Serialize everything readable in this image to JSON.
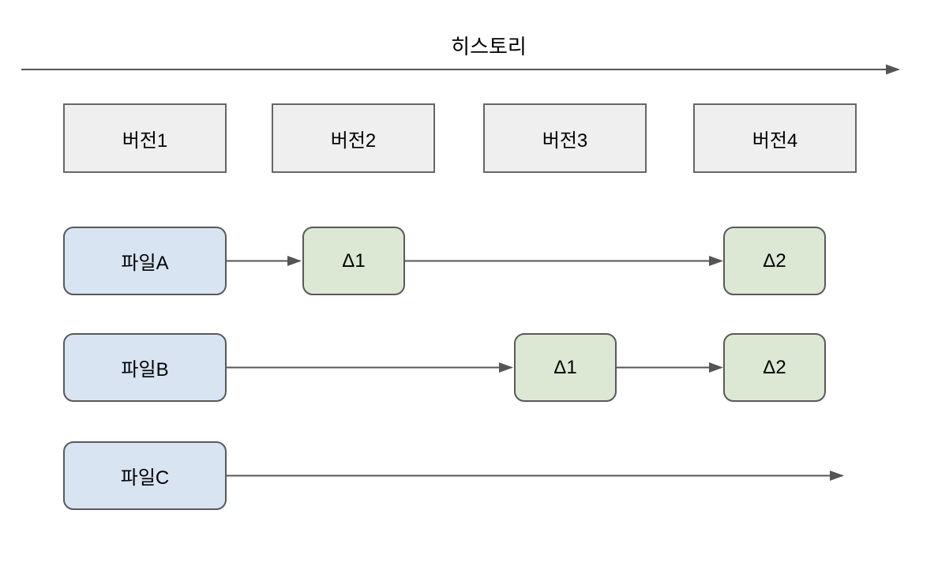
{
  "history": {
    "title": "히스토리"
  },
  "versions": {
    "items": [
      {
        "label": "버전1"
      },
      {
        "label": "버전2"
      },
      {
        "label": "버전3"
      },
      {
        "label": "버전4"
      }
    ]
  },
  "rows": {
    "a": {
      "file_label": "파일A",
      "delta1_label": "Δ1",
      "delta2_label": "Δ2"
    },
    "b": {
      "file_label": "파일B",
      "delta1_label": "Δ1",
      "delta2_label": "Δ2"
    },
    "c": {
      "file_label": "파일C"
    }
  },
  "colors": {
    "arrow": "#555555",
    "version-fill": "#efefef",
    "version-border": "#666666",
    "file-fill": "#d8e4f2",
    "file-border": "#595959",
    "delta-fill": "#dde8d4",
    "delta-border": "#595959",
    "text": "#000000",
    "background": "#ffffff"
  }
}
